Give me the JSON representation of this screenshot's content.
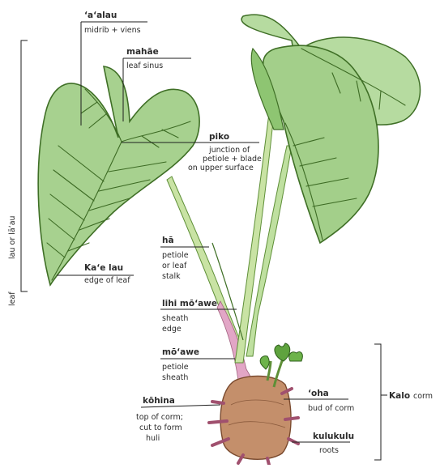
{
  "labels": {
    "aalau": "ʻaʻalau",
    "aalau_desc": "midrib + viens",
    "mahae": "mahāe",
    "mahae_desc": "leaf sinus",
    "piko": "piko",
    "piko_desc_1": "junction of",
    "piko_desc_2": "petiole + blade",
    "piko_desc_3": "on upper surface",
    "lau_side": "lau or lāʻau",
    "leaf_side": "leaf",
    "kaelau": "Kaʻe lau",
    "kaelau_desc": "edge of leaf",
    "ha": "hā",
    "ha_desc_1": "petiole",
    "ha_desc_2": "or leaf",
    "ha_desc_3": "stalk",
    "lihi": "lihi mōʻawe",
    "lihi_desc_1": "sheath",
    "lihi_desc_2": "edge",
    "moawe": "mōʻawe",
    "moawe_desc_1": "petiole",
    "moawe_desc_2": "sheath",
    "kohina": "kōhina",
    "kohina_desc_1": "top of corm;",
    "kohina_desc_2": "cut to form",
    "kohina_desc_3": "huli",
    "oha": "ʻoha",
    "oha_desc": "bud of corm",
    "kulukulu": "kulukulu",
    "kulukulu_desc": "roots",
    "kalo": "Kalo",
    "corm": "corm"
  },
  "colors": {
    "leaf_fill": "#a7d18f",
    "leaf_edge": "#3f6f26",
    "petiole": "#c9e3a4",
    "sheath": "#e2a6c6",
    "corm": "#c48f6b",
    "root": "#a0506e"
  }
}
